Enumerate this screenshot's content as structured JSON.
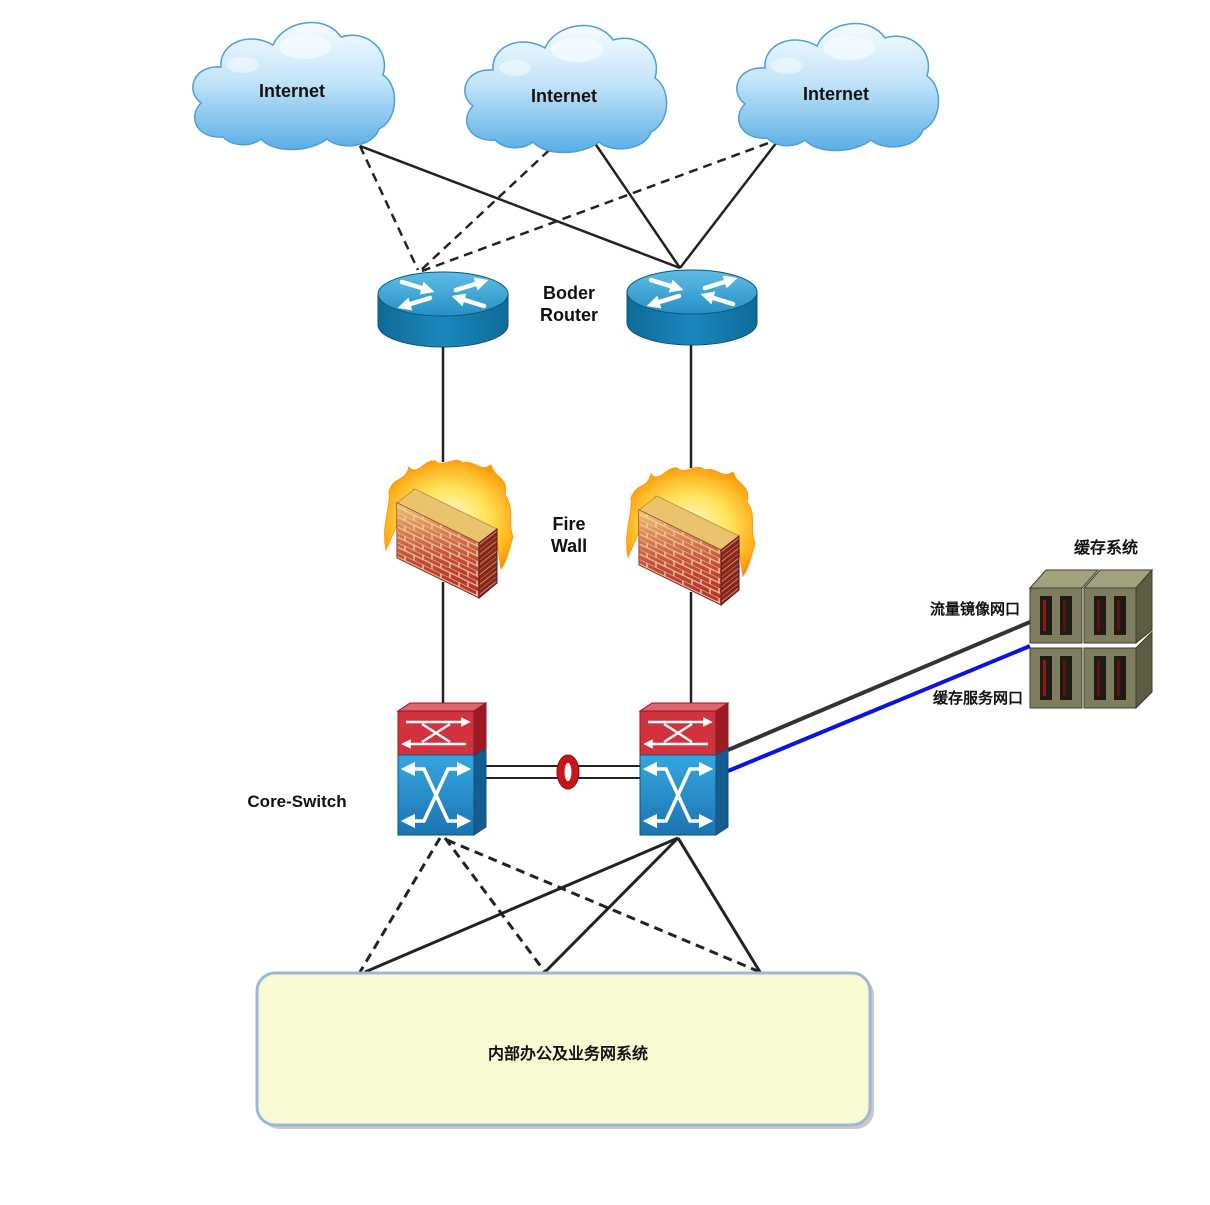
{
  "clouds": [
    {
      "label": "Internet"
    },
    {
      "label": "Internet"
    },
    {
      "label": "Internet"
    }
  ],
  "router_label": [
    "Boder",
    "Router"
  ],
  "firewall_label": [
    "Fire",
    "Wall"
  ],
  "core_switch_label": "Core-Switch",
  "office_label": "内部办公及业务网系统",
  "cache": {
    "title": "缓存系统",
    "mirror_port": "流量镜像网口",
    "service_port": "缓存服务网口"
  },
  "colors": {
    "mirror_link": "#333333",
    "service_link": "#0a14e0",
    "office_fill": "#fafad2",
    "office_border": "#9bb8d9"
  }
}
